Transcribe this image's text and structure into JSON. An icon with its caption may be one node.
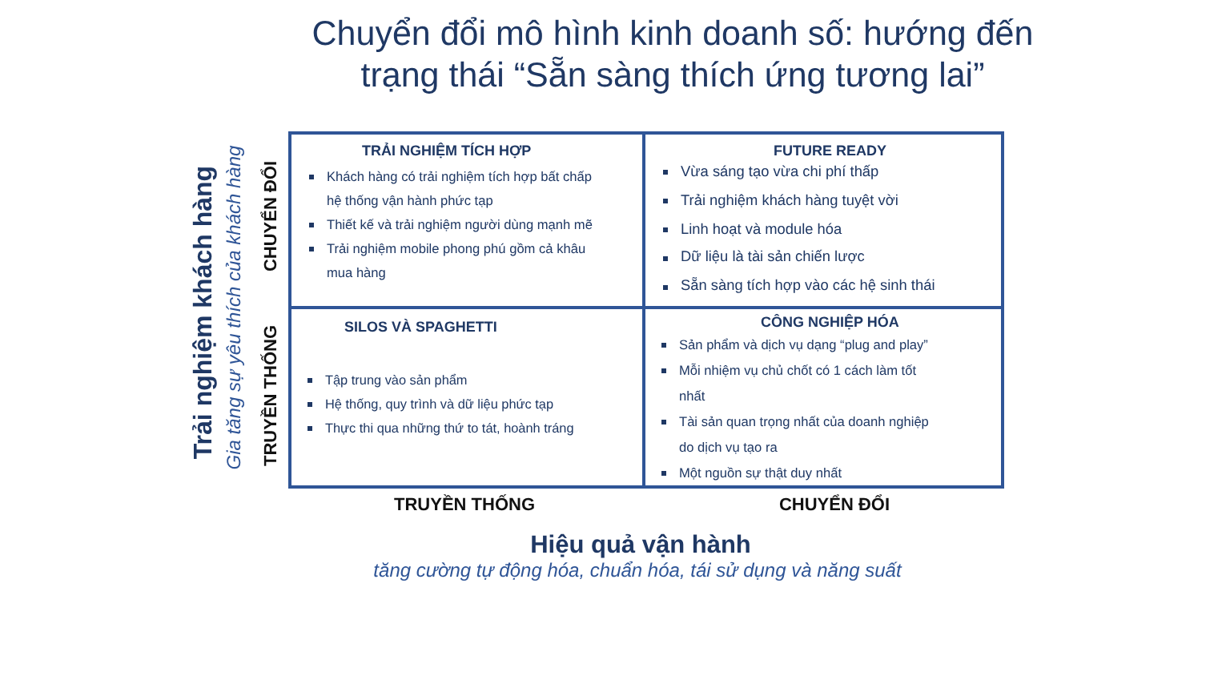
{
  "diagram": {
    "title": "Chuyển đổi mô hình kinh doanh số: hướng đến trạng thái “Sẵn sàng thích ứng tương lai”",
    "nodes": [
      {
        "text": [
          "TRẢI NGHIỆM TÍCH HỢP",
          "Khách hàng có trải nghiệm tích hợp bất chấp hệ thống vận hành phức tạp",
          "Thiết kế và trải nghiệm người dùng mạnh mẽ",
          "Trải nghiệm mobile phong phú gồm cả khâu mua hàng"
        ]
      },
      {
        "text": [
          "FUTURE READY",
          "Vừa sáng tạo vừa chi phí thấp",
          "Trải nghiệm khách hàng tuyệt vời",
          "Linh hoạt và module hóa",
          "Dữ liệu là tài sản chiến lược",
          "Sẵn sàng tích hợp vào các hệ sinh thái"
        ]
      },
      {
        "text": [
          "SILOS VÀ SPAGHETTI",
          "Tập trung vào sản phẩm",
          "Hệ thống, quy trình và dữ liệu phức tạp",
          "Thực thi qua những thứ to tát, hoành tráng"
        ]
      },
      {
        "text": [
          "CÔNG NGHIỆP HÓA",
          "Sản phẩm và dịch vụ dạng “plug and play”",
          "Mỗi nhiệm vụ chủ chốt có 1 cách làm tốt nhất",
          "Tài sản quan trọng nhất của doanh nghiệp do dịch vụ tạo ra",
          "Một nguồn sự thật duy nhất"
        ]
      }
    ],
    "edges": [],
    "labels": [
      "Trải nghiệm khách hàng",
      "Gia tăng sự yêu thích của khách hàng",
      "CHUYỂN ĐỔI",
      "TRUYỀN THỐNG",
      "TRUYỀN THỐNG",
      "CHUYỂN ĐỔI",
      "Hiệu quả vận hành",
      "tăng cường tự động hóa, chuẩn hóa, tái sử dụng và năng suất"
    ]
  }
}
